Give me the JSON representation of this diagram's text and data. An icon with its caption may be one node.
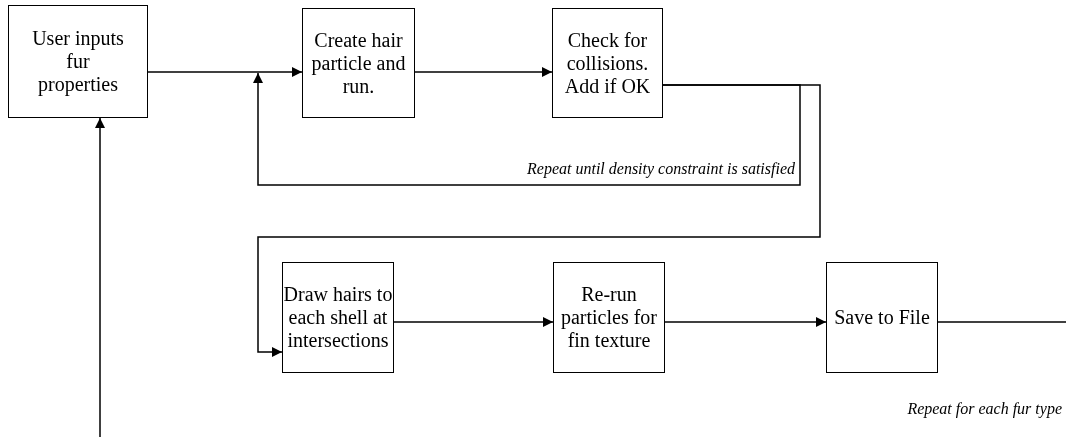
{
  "diagram": {
    "nodes": [
      {
        "text": [
          "User inputs fur properties"
        ]
      },
      {
        "text": [
          "Create hair particle and run."
        ]
      },
      {
        "text": [
          "Check for collisions. Add if OK"
        ]
      },
      {
        "text": [
          "Draw hairs to each shell at intersections"
        ]
      },
      {
        "text": [
          "Re-run particles for fin texture"
        ]
      },
      {
        "text": [
          "Save to File"
        ]
      }
    ],
    "edges": [
      {
        "from": 0,
        "to": 1,
        "arrow": "to"
      },
      {
        "from": 1,
        "to": 2,
        "arrow": "to"
      },
      {
        "from": 2,
        "to": null,
        "arrow": "to"
      },
      {
        "from": 2,
        "to": 3,
        "arrow": "to"
      },
      {
        "from": 3,
        "to": 4,
        "arrow": "to"
      },
      {
        "from": 4,
        "to": 5,
        "arrow": "to"
      },
      {
        "from": 5,
        "to": null,
        "arrow": "none"
      },
      {
        "from": null,
        "to": 0,
        "arrow": "to"
      }
    ],
    "labels": [
      "Repeat until density constraint is satisfied",
      "Repeat for each fur type"
    ]
  }
}
